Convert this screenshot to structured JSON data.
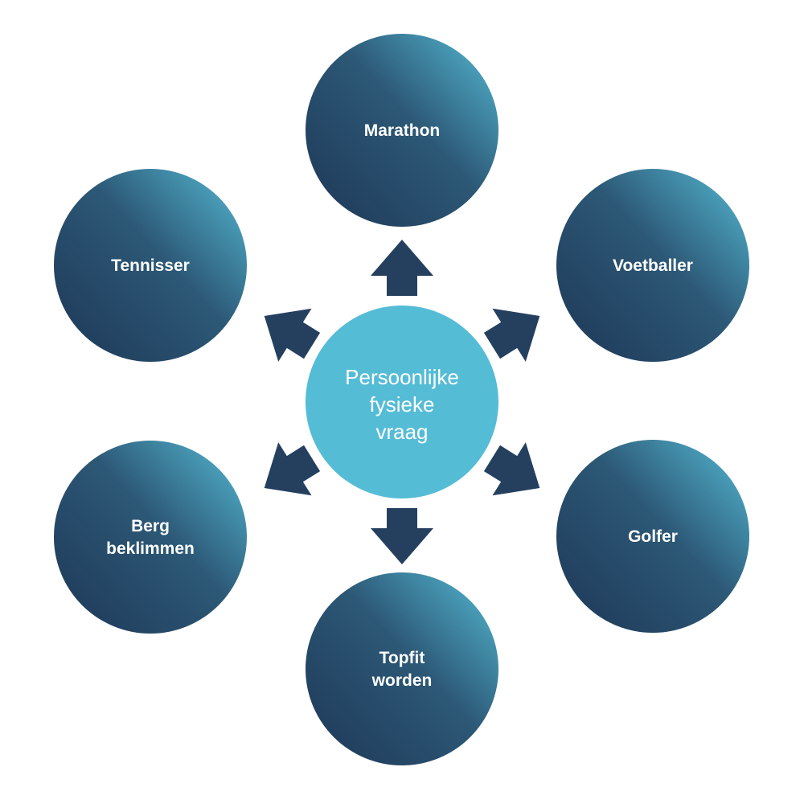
{
  "center": {
    "lines": [
      "Persoonlijke",
      "fysieke",
      "vraag"
    ],
    "color": "#55bcd6"
  },
  "nodes": [
    {
      "key": "marathon",
      "lines": [
        "Marathon"
      ]
    },
    {
      "key": "voetballer",
      "lines": [
        "Voetballer"
      ]
    },
    {
      "key": "golfer",
      "lines": [
        "Golfer"
      ]
    },
    {
      "key": "topfit",
      "lines": [
        "Topfit",
        "worden"
      ]
    },
    {
      "key": "berg",
      "lines": [
        "Berg",
        "beklimmen"
      ]
    },
    {
      "key": "tennisser",
      "lines": [
        "Tennisser"
      ]
    }
  ],
  "colors": {
    "node_gradient_dark": "#22405f",
    "node_gradient_light": "#4aa0bb",
    "arrow": "#25405f"
  }
}
